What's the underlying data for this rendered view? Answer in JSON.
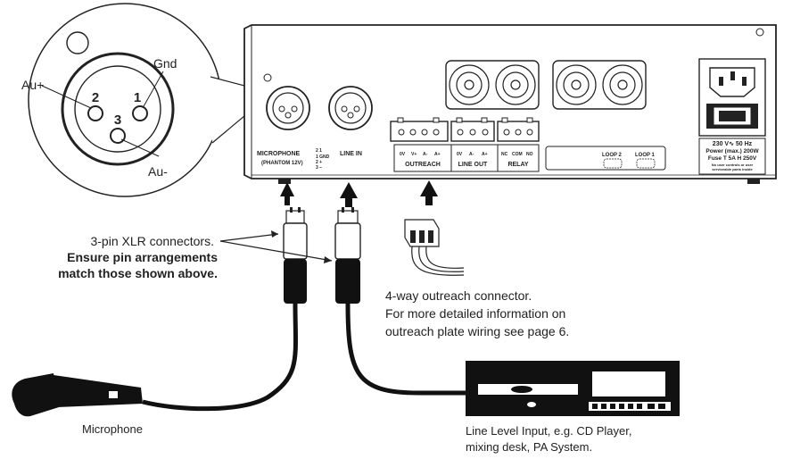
{
  "xlr_zoom": {
    "pin_labels": {
      "p1": "1",
      "p2": "2",
      "p3": "3"
    },
    "callouts": {
      "au_plus": "Au+",
      "gnd": "Gnd",
      "au_minus": "Au-"
    }
  },
  "panel": {
    "microphone_label": "MICROPHONE",
    "phantom_label": "(PHANTOM 12V)",
    "line_in_label": "LINE IN",
    "pin_key_top": "2  1",
    "pin_key_gnd": "1 GND",
    "pin_key_plus": "2  +",
    "pin_key_minus": "3  –",
    "outreach_pins": [
      "0V",
      "V+",
      "A-",
      "A+"
    ],
    "outreach_label": "OUTREACH",
    "lineout_pins": [
      "0V",
      "A-",
      "A+"
    ],
    "lineout_label": "LINE OUT",
    "relay_pins": [
      "NC",
      "COM",
      "NO"
    ],
    "relay_label": "RELAY",
    "loop2_label": "LOOP 2",
    "loop1_label": "LOOP 1",
    "power_lines": [
      "230 V∿ 50 Hz",
      "Power (max.) 200W",
      "Fuse T 5A H 250V",
      "No user controls or user",
      "serviceable parts inside"
    ]
  },
  "annotations": {
    "xlr_line1": "3-pin XLR connectors.",
    "xlr_line2": "Ensure pin arrangements",
    "xlr_line3": "match those shown above.",
    "outreach_line1": "4-way outreach connector.",
    "outreach_line2": "For more detailed information on",
    "outreach_line3": "outreach plate wiring see page 6.",
    "microphone": "Microphone",
    "line_level_1": "Line Level Input, e.g. CD Player,",
    "line_level_2": "mixing desk, PA System."
  },
  "colors": {
    "line": "#1a1a1a",
    "panel": "#ffffff",
    "device": "#111111"
  }
}
